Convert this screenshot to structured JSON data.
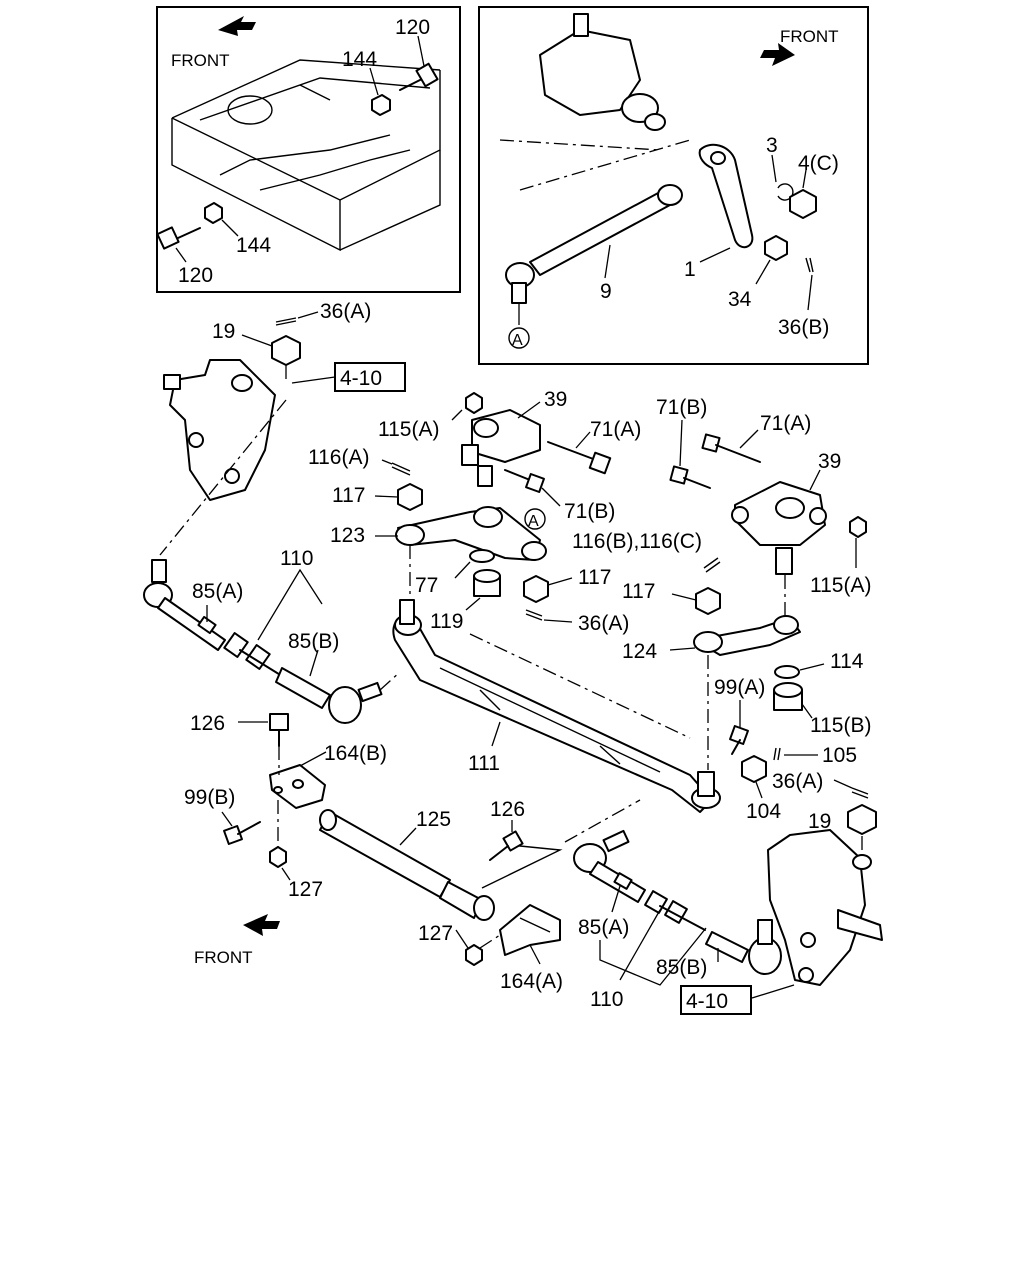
{
  "labels": {
    "inset_left": {
      "front": "FRONT",
      "bolt_top": "120",
      "nut_top": "144",
      "nut_bottom": "144",
      "bolt_bottom": "120"
    },
    "inset_right": {
      "front": "FRONT",
      "ring": "3",
      "nut_c": "4(C)",
      "arm": "1",
      "rod": "9",
      "nut": "34",
      "pin": "36(B)",
      "ref_a": "A"
    },
    "main": {
      "pin_top": "36(A)",
      "nut_left": "19",
      "ref_left": "4-10",
      "nut_115a_left": "115(A)",
      "bracket_left": "39",
      "bolt_71a_left": "71(A)",
      "bolt_71b_left_label": "71(B)",
      "pin_116a": "116(A)",
      "nut_117_left": "117",
      "arm_123": "123",
      "ref_a_main": "A",
      "bolt_71b_right": "71(B)",
      "bolt_71a_right": "71(A)",
      "bracket_right": "39",
      "pin_116bc": "116(B),116(C)",
      "nut_115a_right": "115(A)",
      "clamp_110": "110",
      "end_85a_left": "85(A)",
      "end_85b_left": "85(B)",
      "washer_77": "77",
      "bushing_119": "119",
      "nut_117_mid": "117",
      "pin_36a_mid": "36(A)",
      "nut_117_right": "117",
      "arm_124": "124",
      "washer_114": "114",
      "bushing_115b": "115(B)",
      "bolt_99a": "99(A)",
      "bolt_126_left": "126",
      "bracket_164b": "164(B)",
      "bolt_99b": "99(B)",
      "tie_rod_111": "111",
      "pin_105": "105",
      "pin_36a_right": "36(A)",
      "nut_104": "104",
      "nut_19_right": "19",
      "nut_127_left": "127",
      "damper_125": "125",
      "bolt_126_mid": "126",
      "front_bottom": "FRONT",
      "nut_127_mid": "127",
      "bracket_164a": "164(A)",
      "end_85a_right": "85(A)",
      "clamp_110_right": "110",
      "end_85b_right": "85(B)",
      "ref_right": "4-10"
    }
  }
}
